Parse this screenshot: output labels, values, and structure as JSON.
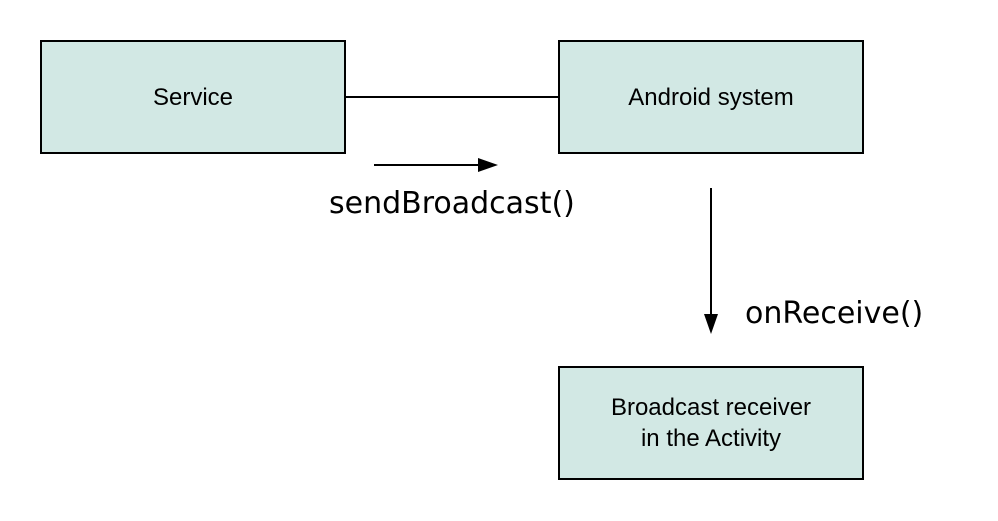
{
  "diagram": {
    "box_fill": "#d2e8e4",
    "line_color": "#000000",
    "nodes": {
      "service": {
        "label": "Service"
      },
      "android_system": {
        "label": "Android system"
      },
      "receiver": {
        "label_line1": "Broadcast receiver",
        "label_line2": "in the Activity"
      }
    },
    "edges": {
      "send": {
        "label": "sendBroadcast()"
      },
      "receive": {
        "label": "onReceive()"
      }
    }
  }
}
